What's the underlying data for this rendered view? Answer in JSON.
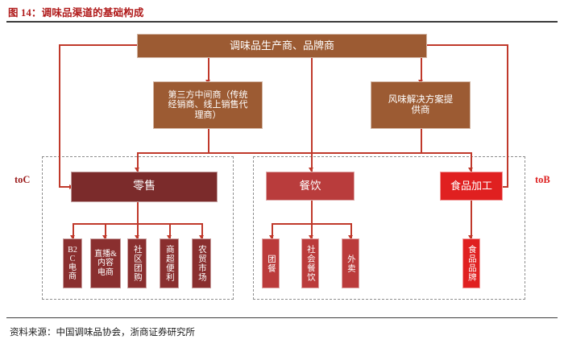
{
  "figure": {
    "title": "图 14：调味品渠道的基础构成",
    "source": "资料来源：中国调味品协会，浙商证券研究所"
  },
  "side_labels": {
    "left": "toC",
    "right": "toB"
  },
  "colors": {
    "title_red": "#b01a1a",
    "producer_brown": "#9c5b33",
    "retail_maroon": "#7b2b2b",
    "catering_red": "#b93c3c",
    "foodprocess_bright_red": "#e02020",
    "connector_red": "#c0392b",
    "group_frame_gray": "#8e8e8e"
  },
  "chart_data": {
    "type": "diagram",
    "title": "调味品渠道的基础构成",
    "levels": [
      {
        "level": 1,
        "nodes": [
          {
            "id": "producer",
            "label": "调味品生产商、品牌商",
            "color": "#9c5b33"
          }
        ]
      },
      {
        "level": 2,
        "nodes": [
          {
            "id": "middleman",
            "label": "第三方中间商（传统经销商、线上销售代理商）",
            "lines": [
              "第三方中间商（传统",
              "经销商、线上销售代",
              "理商）"
            ],
            "color": "#9c5b33"
          },
          {
            "id": "flavor_solution",
            "label": "风味解决方案提供商",
            "lines": [
              "风味解决方案提",
              "供商"
            ],
            "color": "#9c5b33"
          }
        ]
      },
      {
        "level": 3,
        "nodes": [
          {
            "id": "retail",
            "label": "零售",
            "color": "#7b2b2b",
            "group": "toC"
          },
          {
            "id": "catering",
            "label": "餐饮",
            "color": "#b93c3c",
            "group": "toB"
          },
          {
            "id": "food_processing",
            "label": "食品加工",
            "color": "#e02020",
            "group": "toB"
          }
        ]
      },
      {
        "level": 4,
        "nodes": [
          {
            "id": "b2c",
            "label": "B2C电商",
            "lines": [
              "B2",
              "C",
              "电",
              "商"
            ],
            "parent": "retail",
            "color": "#8a2f2f"
          },
          {
            "id": "live_content",
            "label": "直播&内容电商",
            "lines": [
              "直播&",
              "内容",
              "电商"
            ],
            "parent": "retail",
            "color": "#8a2f2f"
          },
          {
            "id": "community_group",
            "label": "社区团购",
            "parent": "retail",
            "color": "#8a2f2f"
          },
          {
            "id": "supermarket",
            "label": "商超便利",
            "parent": "retail",
            "color": "#8a2f2f"
          },
          {
            "id": "wet_market",
            "label": "农贸市场",
            "parent": "retail",
            "color": "#8a2f2f"
          },
          {
            "id": "group_meal",
            "label": "团餐",
            "parent": "catering",
            "color": "#bb3b3b"
          },
          {
            "id": "social_dining",
            "label": "社会餐饮",
            "parent": "catering",
            "color": "#bb3b3b"
          },
          {
            "id": "takeaway",
            "label": "外卖",
            "parent": "catering",
            "color": "#bb3b3b"
          },
          {
            "id": "food_brand",
            "label": "食品品牌",
            "parent": "food_processing",
            "color": "#e02020"
          }
        ]
      }
    ],
    "groups": [
      {
        "id": "toc_group",
        "label": "toC",
        "members": [
          "retail"
        ]
      },
      {
        "id": "tob_group",
        "label": "toB",
        "members": [
          "catering",
          "food_processing"
        ]
      }
    ],
    "edges": [
      {
        "from": "producer",
        "to": "middleman"
      },
      {
        "from": "producer",
        "to": "retail"
      },
      {
        "from": "producer",
        "to": "catering"
      },
      {
        "from": "producer",
        "to": "flavor_solution"
      },
      {
        "from": "producer",
        "to": "food_processing"
      },
      {
        "from": "middleman",
        "to": "retail"
      },
      {
        "from": "middleman",
        "to": "catering"
      },
      {
        "from": "flavor_solution",
        "to": "catering"
      },
      {
        "from": "flavor_solution",
        "to": "food_processing"
      },
      {
        "from": "retail",
        "to": "b2c"
      },
      {
        "from": "retail",
        "to": "live_content"
      },
      {
        "from": "retail",
        "to": "community_group"
      },
      {
        "from": "retail",
        "to": "supermarket"
      },
      {
        "from": "retail",
        "to": "wet_market"
      },
      {
        "from": "catering",
        "to": "group_meal"
      },
      {
        "from": "catering",
        "to": "social_dining"
      },
      {
        "from": "catering",
        "to": "takeaway"
      },
      {
        "from": "food_processing",
        "to": "food_brand"
      }
    ]
  },
  "nodes": {
    "producer": {
      "label": "调味品生产商、品牌商"
    },
    "middleman": {
      "l1": "第三方中间商（传统",
      "l2": "经销商、线上销售代",
      "l3": "理商）"
    },
    "flavor": {
      "l1": "风味解决方案提",
      "l2": "供商"
    },
    "retail": {
      "label": "零售"
    },
    "catering": {
      "label": "餐饮"
    },
    "food_processing": {
      "label": "食品加工"
    },
    "b2c": {
      "l1": "B2",
      "l2": "C",
      "l3": "电",
      "l4": "商"
    },
    "live_content": {
      "l1": "直播&",
      "l2": "内容",
      "l3": "电商"
    },
    "community_group": {
      "label": "社区团购"
    },
    "supermarket": {
      "label": "商超便利"
    },
    "wet_market": {
      "label": "农贸市场"
    },
    "group_meal": {
      "label": "团餐"
    },
    "social_dining": {
      "label": "社会餐饮"
    },
    "takeaway": {
      "label": "外卖"
    },
    "food_brand": {
      "label": "食品品牌"
    }
  }
}
